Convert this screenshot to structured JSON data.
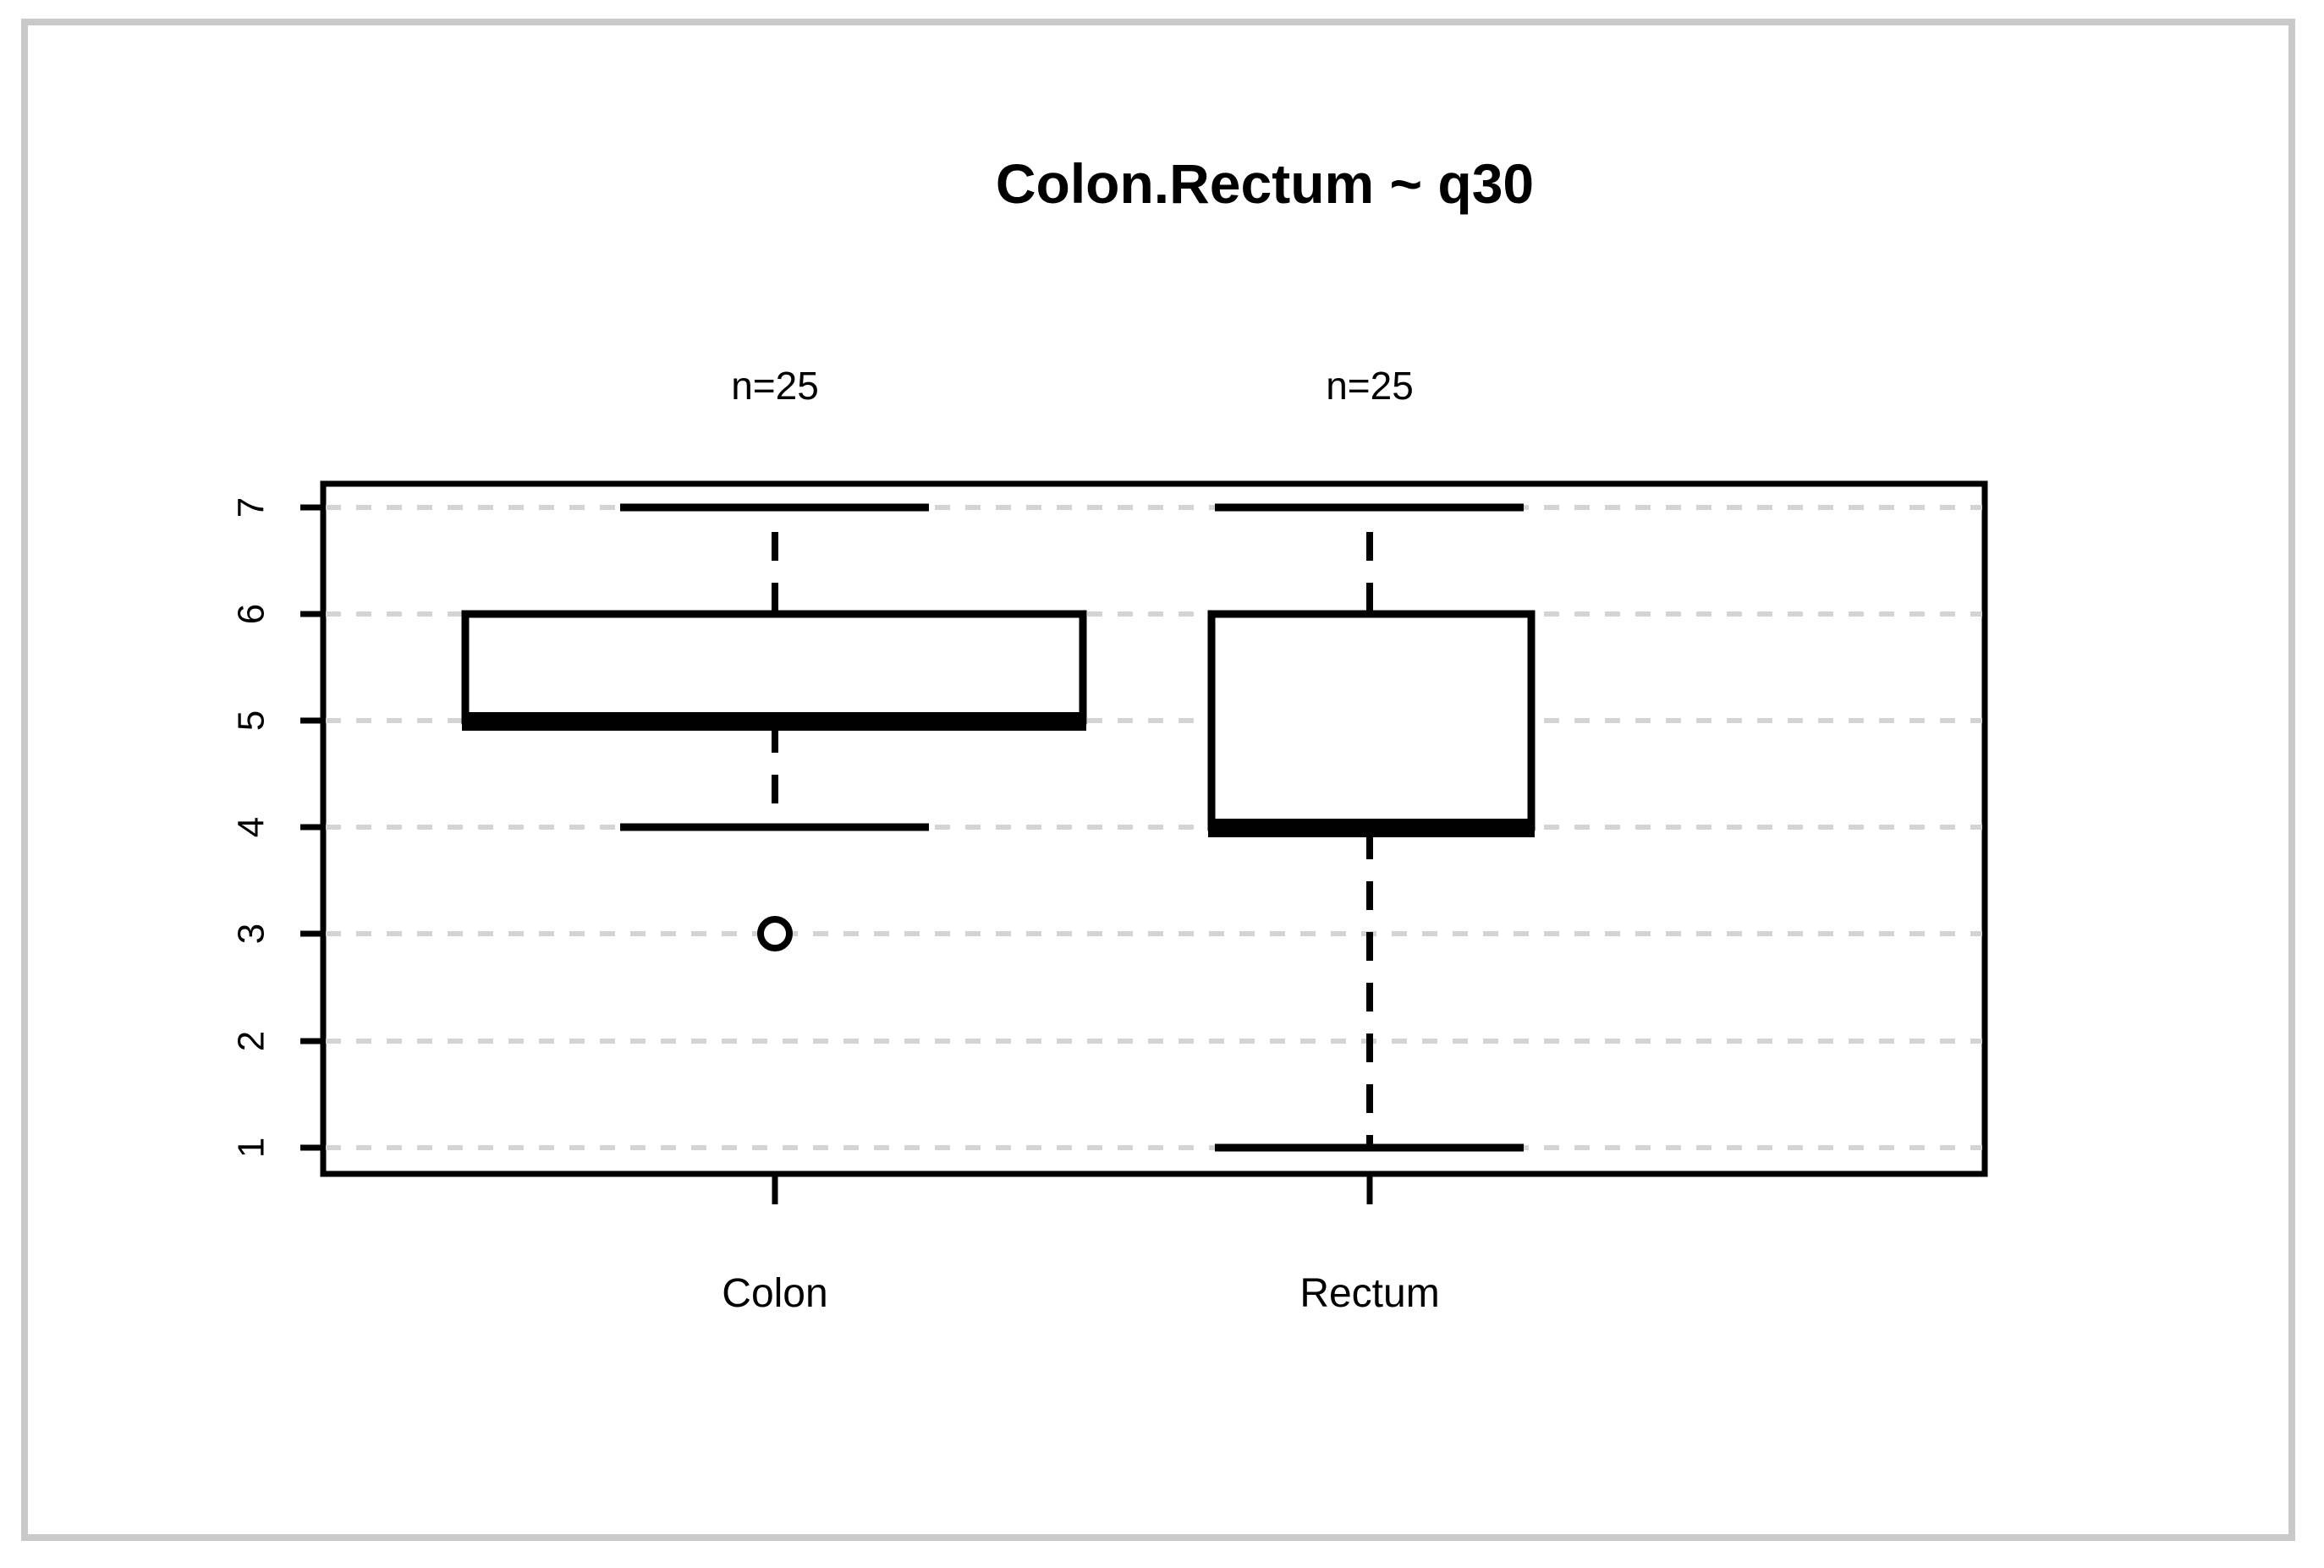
{
  "chart_data": {
    "type": "box",
    "title": "Colon.Rectum ~ q30",
    "xlabel": "",
    "ylabel": "",
    "ylim": [
      0.55,
      7.45
    ],
    "yticks": [
      "7",
      "6",
      "5",
      "4",
      "3",
      "2",
      "1"
    ],
    "ytick_values": [
      7,
      6,
      5,
      4,
      3,
      2,
      1
    ],
    "grid": true,
    "grid_style": "dotted-horizontal",
    "legend": "none",
    "categories": [
      "Colon",
      "Rectum"
    ],
    "group_annotations": [
      "n=25",
      "n=25"
    ],
    "boxes": [
      {
        "name": "Colon",
        "n_label": "n=25",
        "n": 25,
        "lower_whisker": 4,
        "q1": 5,
        "median": 5,
        "q3": 6,
        "upper_whisker": 7,
        "outliers": [
          3
        ]
      },
      {
        "name": "Rectum",
        "n_label": "n=25",
        "n": 25,
        "lower_whisker": 1,
        "q1": 4,
        "median": 4,
        "q3": 6,
        "upper_whisker": 7,
        "outliers": []
      }
    ],
    "colors": {
      "box_line": "#000000",
      "median_line": "#000000",
      "grid_line": "#d4d4d4",
      "axis": "#000000",
      "background": "#ffffff",
      "outer_border": "#c9c9c9"
    }
  }
}
